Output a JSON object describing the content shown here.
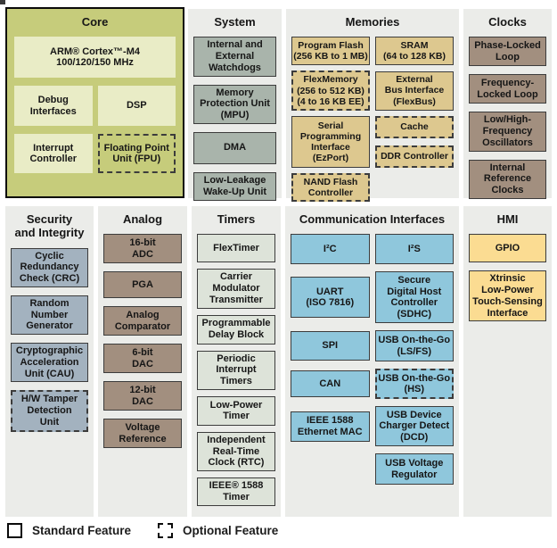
{
  "colors": {
    "core_panel_bg": "#c6cc7b",
    "core_block_bg": "#e9ecc6",
    "panel_bg": "#ebece9",
    "system_block": "#a9b4ab",
    "memories_block": "#ddc88f",
    "clocks_block": "#a28f7f",
    "security_block": "#a3b2bf",
    "analog_block": "#a28f7f",
    "timers_block": "#dde3d9",
    "comm_block": "#8fc7dc",
    "hmi_block": "#fbdc92",
    "block_border": "#3c3c3c",
    "text": "#161616"
  },
  "panels": {
    "core": {
      "title": "Core",
      "blocks": {
        "cpu": "ARM® Cortex™-M4\n100/120/150 MHz",
        "debug": "Debug\nInterfaces",
        "dsp": "DSP",
        "interrupt": "Interrupt\nController",
        "fpu": "Floating Point\nUnit (FPU)"
      }
    },
    "system": {
      "title": "System",
      "blocks": {
        "watchdogs": "Internal and\nExternal\nWatchdogs",
        "mpu": "Memory\nProtection Unit\n(MPU)",
        "dma": "DMA",
        "llwu": "Low-Leakage\nWake-Up Unit"
      }
    },
    "memories": {
      "title": "Memories",
      "blocks": {
        "program_flash": "Program Flash\n(256 KB to 1 MB)",
        "sram": "SRAM\n(64 to 128 KB)",
        "flexmemory": "FlexMemory\n(256 to 512 KB)\n(4 to 16 KB EE)",
        "external_bus": "External\nBus Interface\n(FlexBus)",
        "ezport": "Serial\nProgramming\nInterface\n(EzPort)",
        "cache": "Cache",
        "ddr": "DDR Controller",
        "nand": "NAND Flash\nController"
      }
    },
    "clocks": {
      "title": "Clocks",
      "blocks": {
        "pll": "Phase-Locked\nLoop",
        "fll": "Frequency-\nLocked Loop",
        "oscillators": "Low/High-\nFrequency\nOscillators",
        "irc": "Internal\nReference\nClocks"
      }
    },
    "security": {
      "title": "Security\nand Integrity",
      "blocks": {
        "crc": "Cyclic\nRedundancy\nCheck (CRC)",
        "rng": "Random\nNumber\nGenerator",
        "cau": "Cryptographic\nAcceleration\nUnit (CAU)",
        "tamper": "H/W Tamper\nDetection\nUnit"
      }
    },
    "analog": {
      "title": "Analog",
      "blocks": {
        "adc": "16-bit\nADC",
        "pga": "PGA",
        "comparator": "Analog\nComparator",
        "dac6": "6-bit\nDAC",
        "dac12": "12-bit\nDAC",
        "vref": "Voltage\nReference"
      }
    },
    "timers": {
      "title": "Timers",
      "blocks": {
        "flextimer": "FlexTimer",
        "cmt": "Carrier\nModulator\nTransmitter",
        "pdb": "Programmable\nDelay Block",
        "pit": "Periodic\nInterrupt\nTimers",
        "lptimer": "Low-Power\nTimer",
        "rtc": "Independent\nReal-Time\nClock (RTC)",
        "ieee1588": "IEEE® 1588\nTimer"
      }
    },
    "comm": {
      "title": "Communication Interfaces",
      "blocks": {
        "i2c": "I²C",
        "i2s": "I²S",
        "uart": "UART\n(ISO 7816)",
        "sdhc": "Secure\nDigital Host\nController\n(SDHC)",
        "spi": "SPI",
        "usb_fs": "USB On-the-Go\n(LS/FS)",
        "can": "CAN",
        "usb_hs": "USB On-the-Go\n(HS)",
        "enet": "IEEE 1588\nEthernet MAC",
        "dcd": "USB Device\nCharger Detect\n(DCD)",
        "usb_vreg": "USB Voltage\nRegulator"
      }
    },
    "hmi": {
      "title": "HMI",
      "blocks": {
        "gpio": "GPIO",
        "touch": "Xtrinsic\nLow-Power\nTouch-Sensing\nInterface"
      }
    }
  },
  "optional_blocks": [
    "core.fpu",
    "memories.flexmemory",
    "memories.cache",
    "memories.ddr",
    "memories.nand",
    "security.tamper",
    "comm.usb_hs"
  ],
  "legend": {
    "standard": "Standard Feature",
    "optional": "Optional Feature"
  }
}
